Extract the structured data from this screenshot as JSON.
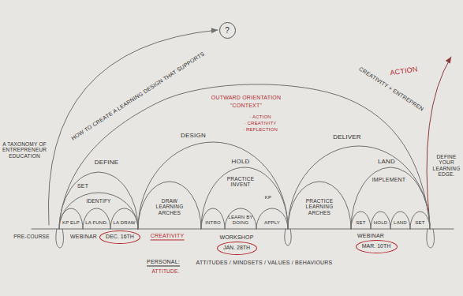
{
  "diagram": {
    "nodes": [
      {
        "text": [
          "?"
        ]
      },
      {
        "text": [
          "DEC. 16TH"
        ]
      },
      {
        "text": [
          "JAN. 28TH"
        ]
      },
      {
        "text": [
          "MAR. 10TH"
        ]
      }
    ],
    "labels": [
      "ACTION",
      "HOW TO CREATE A LEARNING DESIGN THAT SUPPORTS",
      "CREATIVITY + ENTREPREN",
      "OUTWARD ORIENTATION",
      "\"CONTEXT\"",
      "· ACTION",
      "· CREATIVITY",
      "· REFLECTION",
      "A TAXONOMY OF ENTREPRENEUR EDUCATION",
      "DEFINE",
      "DESIGN",
      "DELIVER",
      "SET",
      "IDENTIFY",
      "KP ELP",
      "LA FUND.",
      "LA DRAW",
      "DRAW LEARNING ARCHES",
      "HOLD",
      "PRACTICE INVENT",
      "KP",
      "INTRO",
      "LEARN BY DOING",
      "APPLY",
      "PRACTICE LEARNING ARCHES",
      "LAND",
      "IMPLEMENT",
      "SET",
      "HOLD",
      "LAND",
      "SET",
      "DEFINE YOUR LEARNING EDGE.",
      "PRE-COURSE",
      "WEBINAR",
      "CREATIVITY",
      "WORKSHOP",
      "WEBINAR",
      "PERSONAL:",
      "ATTITUDES / MINDSETS / VALUES / BEHAVIOURS",
      "ATTITUDE."
    ]
  }
}
